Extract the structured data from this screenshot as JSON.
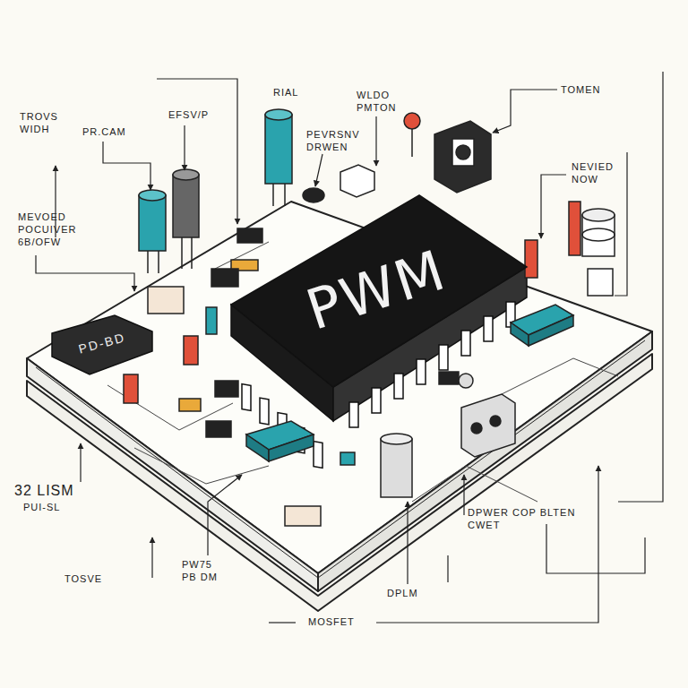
{
  "diagram": {
    "nodes": [
      {
        "text": [
          "PWM"
        ]
      },
      {
        "text": [
          "PD-BD"
        ]
      }
    ],
    "labels": [
      "TROVS WIDH",
      "PR.CAM",
      "EFSV/P",
      "RIAL",
      "WLDO PMTON",
      "PEVRSNV DRWEN",
      "TOMEN",
      "NEVIED NOW",
      "MEVOED POCUIVER 6B/OFW",
      "32 LISM",
      "PUI-SL",
      "DPWER COP BLTEN CWET",
      "TOSVE",
      "PW75 PB DM",
      "DPLM",
      "MOSFET"
    ]
  }
}
